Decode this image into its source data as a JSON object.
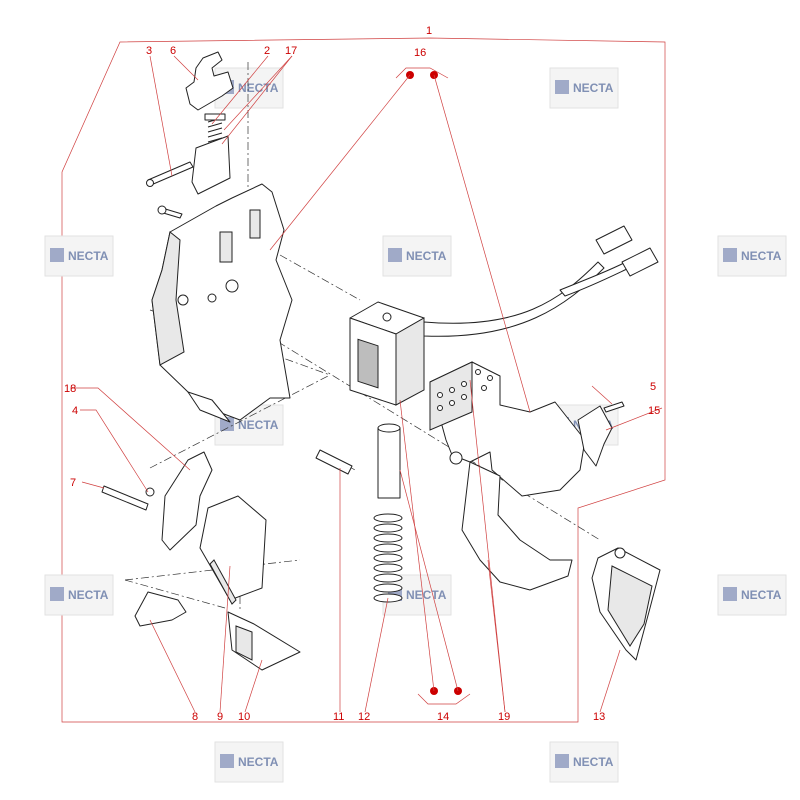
{
  "watermark": {
    "text": "NECTA",
    "color": "#8090b4"
  },
  "accent_color": "#cc0000",
  "callouts": [
    "1",
    "2",
    "3",
    "4",
    "5",
    "6",
    "7",
    "8",
    "9",
    "10",
    "11",
    "12",
    "13",
    "14",
    "15",
    "16",
    "17",
    "18",
    "19"
  ]
}
